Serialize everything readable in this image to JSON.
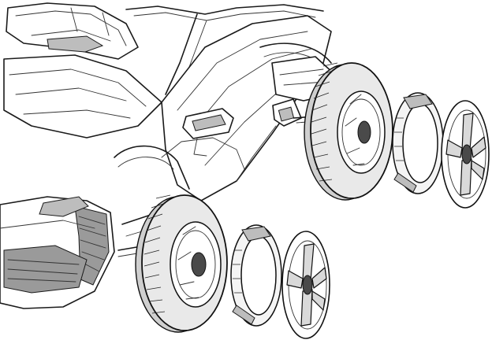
{
  "figure": {
    "subject": "exploded-assembly-drawing",
    "parts": {
      "vehicle_body": "car-body",
      "front_wheel": "front-tyre",
      "front_hub_ring": "front-hub-ring",
      "front_hub_cap": "front-hub-cap",
      "rear_axle": "rear-axle",
      "rear_wheel": "rear-tyre",
      "rear_hub_ring": "rear-hub-ring",
      "rear_hub_cap": "rear-hub-cap"
    },
    "colors": {
      "line": "#1a1a1a",
      "tyre_fill": "#e9e9e9",
      "shade": "#bdbdbd",
      "background": "#ffffff"
    }
  }
}
